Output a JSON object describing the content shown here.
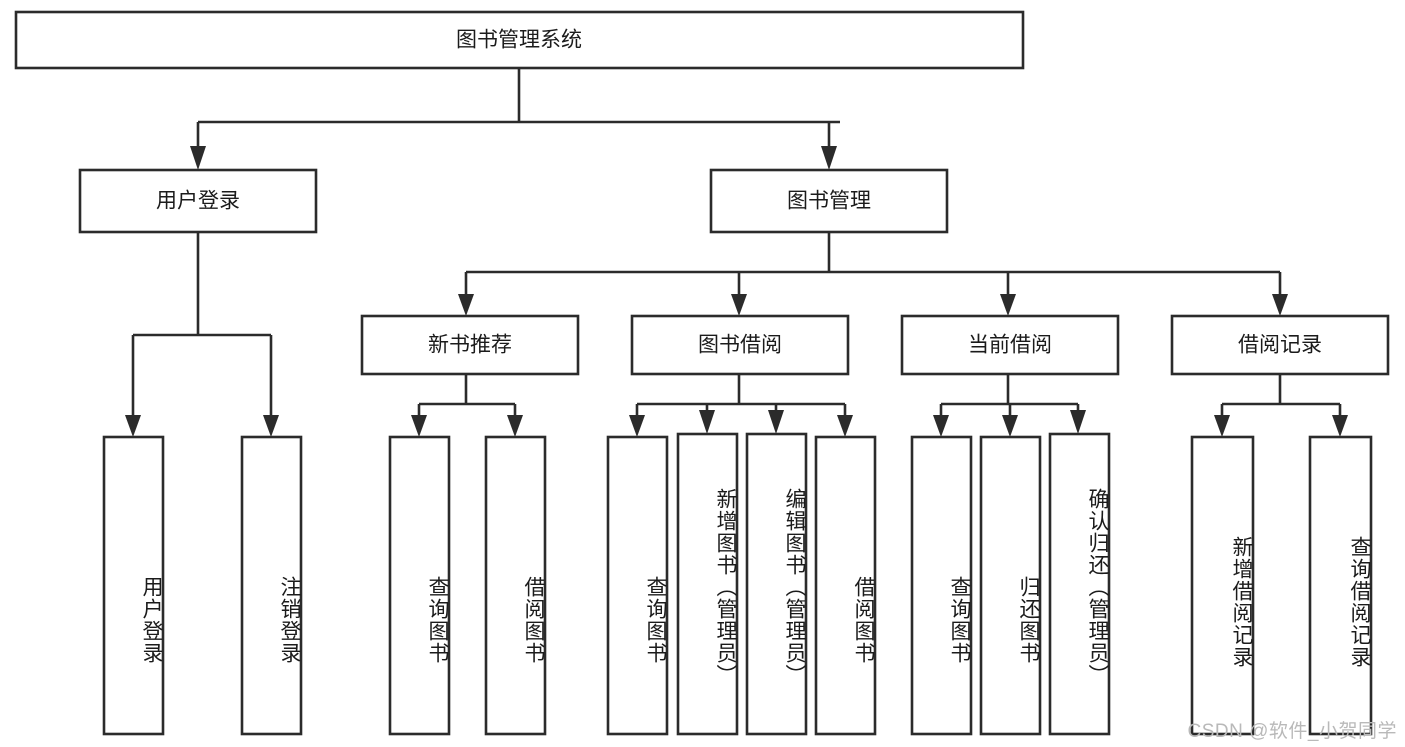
{
  "diagram": {
    "title": "图书管理系统",
    "type": "tree",
    "orientation": "top-down",
    "colors": {
      "box_stroke": "#2b2b2b",
      "box_fill": "#ffffff",
      "text": "#1b1b1b",
      "background": "#ffffff",
      "watermark": "#b9b9b9"
    },
    "root": {
      "id": "root",
      "label": "图书管理系统",
      "orientation": "horizontal"
    },
    "level2": [
      {
        "id": "user-login",
        "label": "用户登录",
        "orientation": "horizontal"
      },
      {
        "id": "book-manage",
        "label": "图书管理",
        "orientation": "horizontal"
      }
    ],
    "level3": [
      {
        "id": "new-book-recommend",
        "label": "新书推荐",
        "orientation": "horizontal",
        "parent": "book-manage"
      },
      {
        "id": "book-borrow",
        "label": "图书借阅",
        "orientation": "horizontal",
        "parent": "book-manage"
      },
      {
        "id": "current-borrow",
        "label": "当前借阅",
        "orientation": "horizontal",
        "parent": "book-manage"
      },
      {
        "id": "borrow-record",
        "label": "借阅记录",
        "orientation": "horizontal",
        "parent": "book-manage"
      }
    ],
    "leaves": [
      {
        "id": "leaf-user-login",
        "label": "用户登录",
        "parent": "user-login",
        "orientation": "vertical"
      },
      {
        "id": "leaf-logout-login",
        "label": "注销登录",
        "parent": "user-login",
        "orientation": "vertical"
      },
      {
        "id": "leaf-query-book-1",
        "label": "查询图书",
        "parent": "new-book-recommend",
        "orientation": "vertical"
      },
      {
        "id": "leaf-borrow-book-1",
        "label": "借阅图书",
        "parent": "new-book-recommend",
        "orientation": "vertical"
      },
      {
        "id": "leaf-query-book-2",
        "label": "查询图书",
        "parent": "book-borrow",
        "orientation": "vertical"
      },
      {
        "id": "leaf-add-book",
        "label": "新增图书（管理员）",
        "parent": "book-borrow",
        "orientation": "vertical"
      },
      {
        "id": "leaf-edit-book",
        "label": "编辑图书（管理员）",
        "parent": "book-borrow",
        "orientation": "vertical"
      },
      {
        "id": "leaf-borrow-book-2",
        "label": "借阅图书",
        "parent": "book-borrow",
        "orientation": "vertical"
      },
      {
        "id": "leaf-query-book-3",
        "label": "查询图书",
        "parent": "current-borrow",
        "orientation": "vertical"
      },
      {
        "id": "leaf-return-book",
        "label": "归还图书",
        "parent": "current-borrow",
        "orientation": "vertical"
      },
      {
        "id": "leaf-confirm-return",
        "label": "确认归还（管理员）",
        "parent": "current-borrow",
        "orientation": "vertical"
      },
      {
        "id": "leaf-add-record",
        "label": "新增借阅记录",
        "parent": "borrow-record",
        "orientation": "vertical"
      },
      {
        "id": "leaf-query-record",
        "label": "查询借阅记录",
        "parent": "borrow-record",
        "orientation": "vertical"
      }
    ]
  },
  "watermark": {
    "text": "CSDN @软件_小贺同学"
  }
}
